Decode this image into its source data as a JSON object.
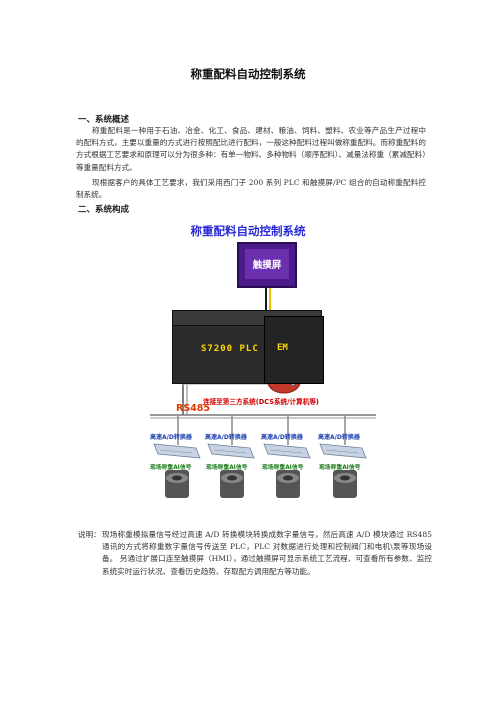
{
  "title": "称重配料自动控制系统",
  "section1": {
    "heading": "一、系统概述",
    "paragraphs": [
      "称重配料是一种用于石油、冶金、化工、食品、建材、粮油、饲料、塑料、农业等产品生产过程中的配料方式，主要以重量的方式进行按照配比进行配料，一般这种配料过程叫做称重配料。而称重配料的方式根据工艺要求和原理可以分为很多种：有单一物料、多种物料（顺序配料）、减量法称重（累减配料）等重量配料方式。",
      "现根据客户的具体工艺要求，我们采用西门子 200 系列 PLC 和触摸屏/PC 组合的自动称重配料控制系统。"
    ]
  },
  "section2": {
    "heading": "二、系统构成"
  },
  "diagram": {
    "title": "称重配料自动控制系统",
    "hmi_label": "触摸屏",
    "plc_label": "S7200 PLC",
    "em_label": "EM",
    "bus_label": "RS485",
    "third_party_label": "连接至第三方系统(DCS系统/计算机等)",
    "converters": [
      "高速A/D转换器",
      "高速A/D转换器",
      "高速A/D转换器",
      "高速A/D转换器"
    ],
    "signals": [
      "现场称重AI信号",
      "现场称重AI信号",
      "现场称重AI信号",
      "现场称重AI信号"
    ],
    "colors": {
      "title": "#2a2ad8",
      "hmi": "#4d1a8a",
      "bus": "#e23a00",
      "third": "#d30000",
      "conv": "#1d3fb0",
      "signal": "#1a7a1a"
    }
  },
  "note": {
    "label": "说明：",
    "text": "现场称重模拟量信号经过高速 A/D 转换模块转换成数字量信号，然后高速 A/D 模块通过 RS485 通讯的方式将称重数字量信号传送至 PLC，PLC 对数据进行处理和控制阀门和电机\\泵等现场设备。 另通过扩展口连至触摸屏（HMI），通过触摸屏可显示系统工艺流程、可查看所有参数、监控系统实时运行状况、查看历史趋势、存取配方调用配方等功能。"
  }
}
